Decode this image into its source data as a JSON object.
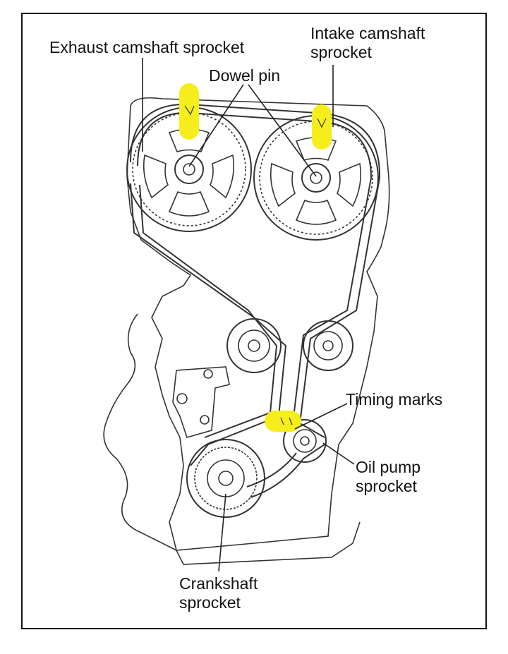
{
  "labels": {
    "exhaust_cam": [
      "Exhaust camshaft sprocket"
    ],
    "intake_cam": [
      "Intake camshaft",
      "sprocket"
    ],
    "dowel_pin": [
      "Dowel pin"
    ],
    "timing_marks": [
      "Timing marks"
    ],
    "oil_pump": [
      "Oil pump",
      "sprocket"
    ],
    "crankshaft": [
      "Crankshaft",
      "sprocket"
    ]
  },
  "colors": {
    "highlight": "#f5ee1c",
    "line": "#222222"
  }
}
